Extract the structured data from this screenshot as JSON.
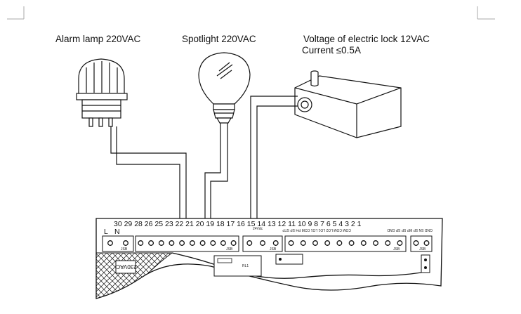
{
  "labels": {
    "alarm_lamp": "Alarm lamp 220VAC",
    "spotlight": "Spotlight 220VAC",
    "lock_voltage": "Voltage of electric lock 12VAC",
    "lock_current": "Current ≤0.5A"
  },
  "board": {
    "terminal_numbers_text": "30 29 28        26 25   23 22 21 20 19 18 17 16 15 14 13 12 11 10 9 8 7 6 5 4 3 2 1",
    "ac_terminals": [
      "L",
      "N"
    ],
    "voltage_mark": "230VAC",
    "relay_label": "RL1",
    "dc_mark": "24Vdc",
    "ports": [
      "JSB",
      "JSB",
      "JSB",
      "JSB",
      "JSB",
      "JSB"
    ],
    "input_labels": "GND SN  SP  MP  SP  SP  GND",
    "io_labels": "COM COM LO2 LO1 LO1 COM PH SP STP"
  },
  "colors": {
    "line": "#111111",
    "background": "#ffffff"
  }
}
